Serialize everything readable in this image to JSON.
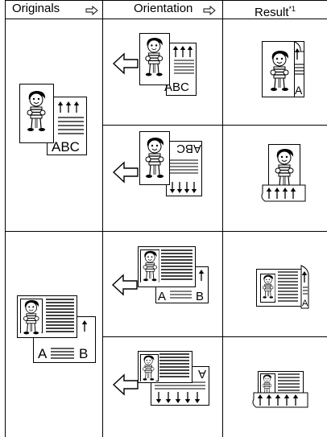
{
  "header": {
    "originals": "Originals",
    "orientation": "Orientation",
    "result": "Result",
    "result_footnote": "*1"
  },
  "doc_text": {
    "abc": "ABC",
    "a": "A",
    "b": "B"
  },
  "icons": {
    "column_arrow": "hollow-arrow-right",
    "orientation_arrow": "hollow-arrow-left"
  },
  "colors": {
    "line": "#000000",
    "background": "#ffffff"
  }
}
